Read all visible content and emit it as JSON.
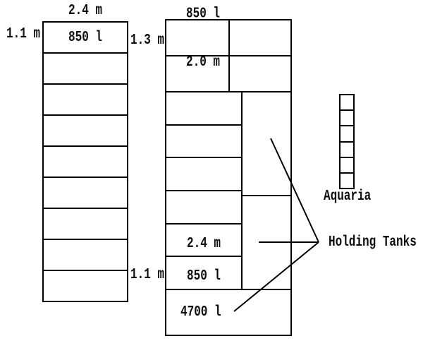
{
  "left_tank": {
    "width_label": "2.4 m",
    "height_label": "1.1 m",
    "cell_label": "850 l",
    "empty_rows": 8
  },
  "main_tank": {
    "height_label_top": "1.3 m",
    "height_label_bottom": "1.1 m",
    "top_cell_volume": "850 l",
    "top_cell_width": "2.0 m",
    "mid_empty_rows": 4,
    "mid_width_label": "2.4 m",
    "mid_volume_label": "850 l",
    "bottom_volume_label": "4700 l"
  },
  "aquaria": {
    "cells": 6,
    "label": "Aquaria"
  },
  "holding_tanks": {
    "label": "Holding Tanks"
  }
}
